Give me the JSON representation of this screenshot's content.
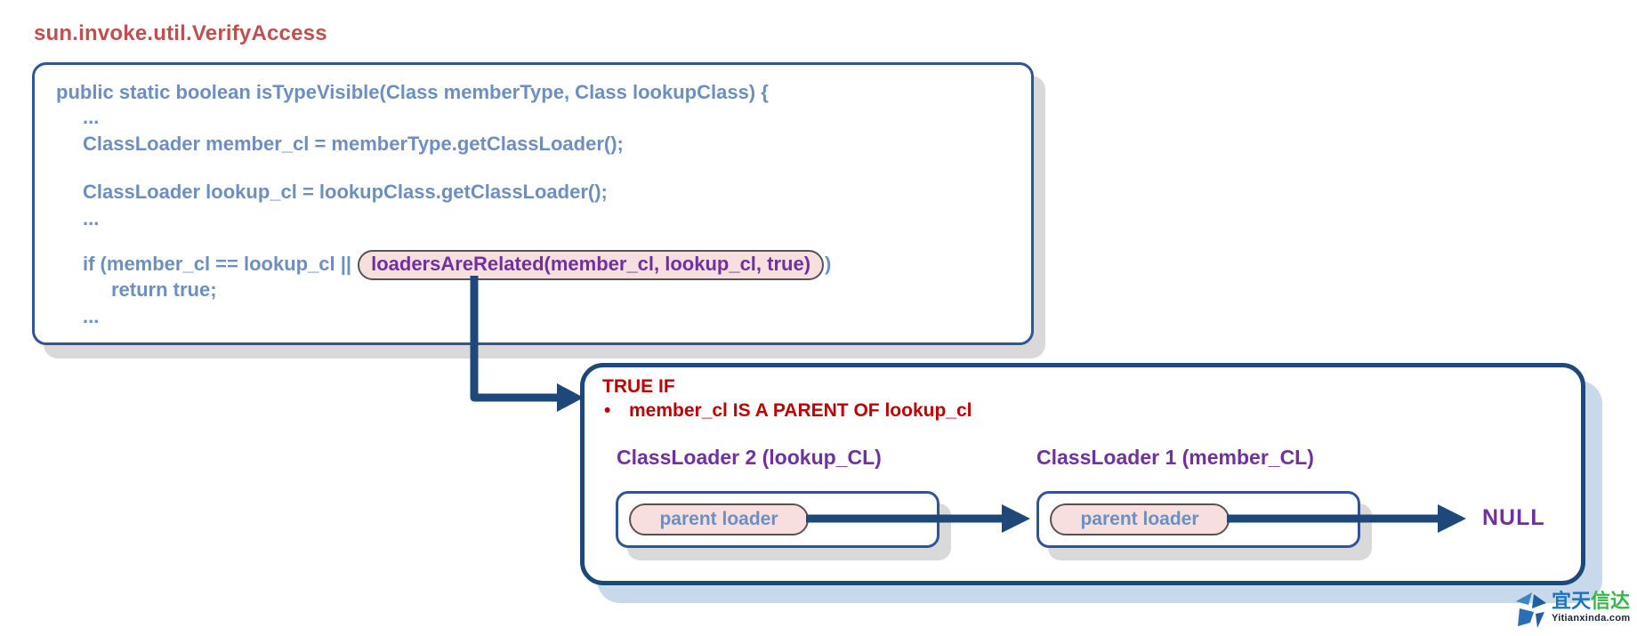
{
  "title": "sun.invoke.util.VerifyAccess",
  "code": {
    "line_signature": "public static boolean isTypeVisible(Class memberType, Class lookupClass) {",
    "line_ellipsis_1": "...",
    "line_member_cl": "ClassLoader member_cl = memberType.getClassLoader();",
    "line_lookup_cl": "ClassLoader lookup_cl = lookupClass.getClassLoader();",
    "line_ellipsis_2": "...",
    "line_if_prefix": "if (member_cl == lookup_cl ||",
    "line_if_highlight": "loadersAreRelated(member_cl, lookup_cl, true)",
    "line_if_suffix": ")",
    "line_return": "return true;",
    "line_ellipsis_3": "..."
  },
  "callout": {
    "heading": "TRUE IF",
    "bullet_marker": "•",
    "bullet_text": "member_cl IS A PARENT OF lookup_cl",
    "classloader2_label": "ClassLoader 2 (lookup_CL)",
    "classloader1_label": "ClassLoader 1 (member_CL)",
    "parent_loader_1": "parent loader",
    "parent_loader_2": "parent loader",
    "null_label": "NULL"
  },
  "logo": {
    "name_blue": "宜天",
    "name_green": "信达",
    "domain": "Yitianxinda.com"
  },
  "colors": {
    "title_red": "#C0504D",
    "code_blue": "#6D8FC0",
    "highlight_purple": "#7030A0",
    "highlight_bg": "#F6DFDE",
    "highlight_border": "#5A5252",
    "heading_red": "#C00000",
    "navy_accent": "#1E4879",
    "box_border_blue": "#2F5597",
    "shadow_gray": "#D9D9D9",
    "shadow_blue": "#C9D9EC",
    "logo_blue": "#1B75BC",
    "logo_green": "#39B54A"
  }
}
